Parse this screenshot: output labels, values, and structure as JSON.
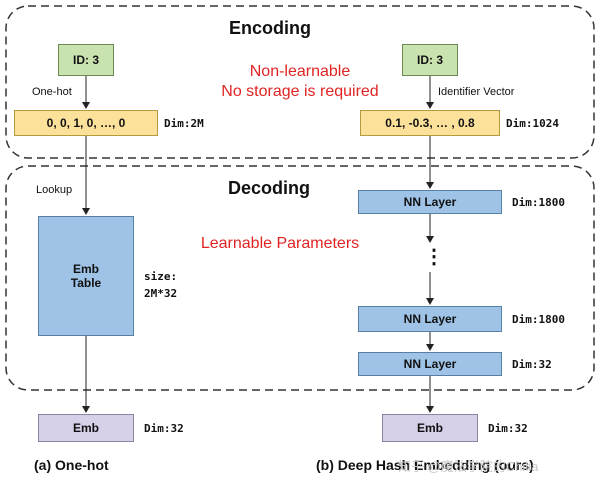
{
  "encoding": {
    "title": "Encoding",
    "note_line1": "Non-learnable",
    "note_line2": "No storage is required"
  },
  "decoding": {
    "title": "Decoding",
    "note": "Learnable Parameters"
  },
  "left": {
    "id_box": "ID: 3",
    "encode_label": "One-hot",
    "vector": "0, 0, 1, 0, …, 0",
    "vector_dim": "Dim:2M",
    "lookup_label": "Lookup",
    "table_line1": "Emb",
    "table_line2": "Table",
    "size_line1": "size:",
    "size_line2": "2M*32",
    "emb": "Emb",
    "emb_dim": "Dim:32",
    "caption": "(a) One-hot"
  },
  "right": {
    "id_box": "ID: 3",
    "encode_label": "Identifier Vector",
    "vector": "0.1, -0.3, … , 0.8",
    "vector_dim": "Dim:1024",
    "layers": [
      {
        "label": "NN Layer",
        "dim": "Dim:1800"
      },
      {
        "label": "NN Layer",
        "dim": "Dim:1800"
      },
      {
        "label": "NN Layer",
        "dim": "Dim:32"
      }
    ],
    "ellipsis": "⋮",
    "emb": "Emb",
    "emb_dim": "Dim:32",
    "caption": "(b) Deep Hash Embedding (ours)"
  },
  "watermark": "知乎 @魔法学院的Chilia",
  "colors": {
    "id_box": "#c9e3b0",
    "vector": "#fbe19a",
    "nn": "#9ec3e6",
    "emb": "#d8d0e8",
    "note": "#e02424"
  }
}
